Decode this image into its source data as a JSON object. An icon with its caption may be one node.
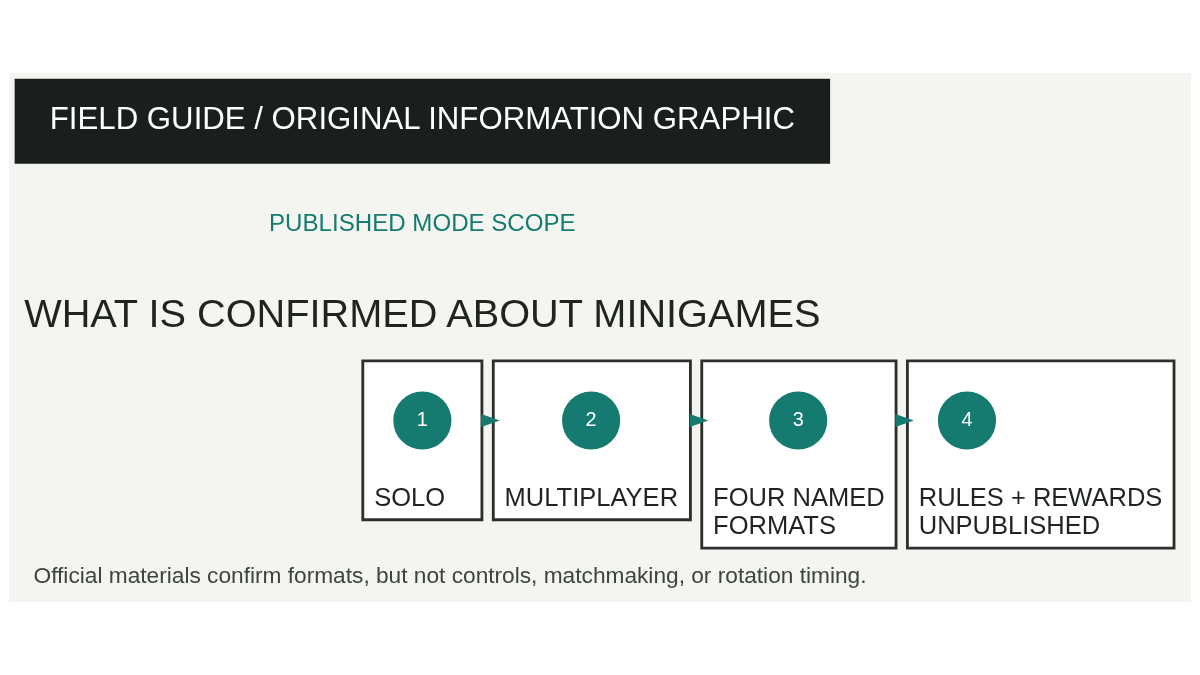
{
  "diagram": {
    "title": "WHAT IS CONFIRMED ABOUT MINIGAMES",
    "caption": "Official materials confirm formats, but not controls, matchmaking, or rotation timing.",
    "nodes": [
      {
        "text": [
          "SOLO"
        ]
      },
      {
        "text": [
          "1"
        ],
        "in": 0
      },
      {
        "text": [
          "MULTIPLAYER"
        ]
      },
      {
        "text": [
          "2"
        ],
        "in": 2
      },
      {
        "text": [
          "FOUR NAMED FORMATS"
        ]
      },
      {
        "text": [
          "3"
        ],
        "in": 4
      },
      {
        "text": [
          "RULES + REWARDS UNPUBLISHED"
        ]
      },
      {
        "text": [
          "4"
        ],
        "in": 6
      }
    ],
    "edges": [
      {
        "from": 0,
        "to": 2,
        "arrow": "to"
      },
      {
        "from": 2,
        "to": 4,
        "arrow": "to"
      },
      {
        "from": 4,
        "to": 6,
        "arrow": "to"
      }
    ],
    "labels": [
      "FIELD GUIDE / ORIGINAL INFORMATION GRAPHIC",
      "PUBLISHED MODE SCOPE"
    ]
  }
}
